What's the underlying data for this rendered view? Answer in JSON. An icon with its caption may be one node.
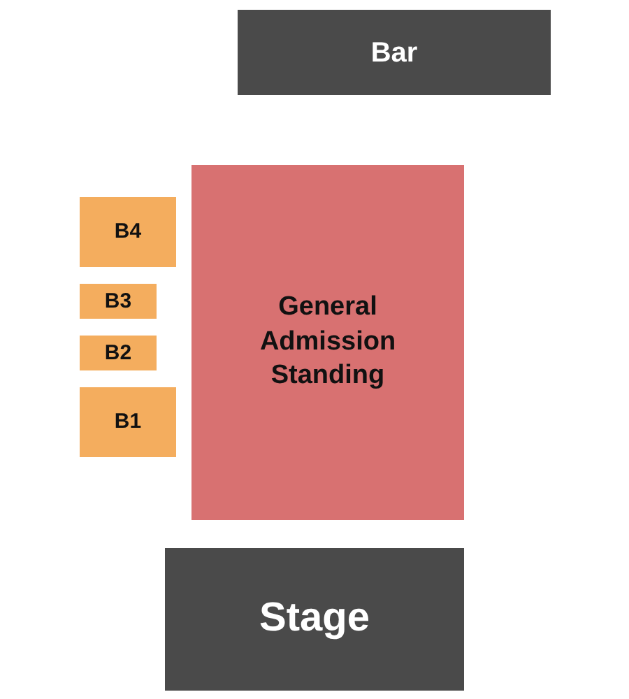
{
  "diagram": {
    "nodes": [
      {
        "text": [
          "Bar"
        ]
      },
      {
        "text": [
          "B4"
        ]
      },
      {
        "text": [
          "General Admission Standing"
        ]
      },
      {
        "text": [
          "B3"
        ]
      },
      {
        "text": [
          "B2"
        ]
      },
      {
        "text": [
          "B1"
        ]
      },
      {
        "text": [
          "Stage"
        ]
      }
    ]
  }
}
